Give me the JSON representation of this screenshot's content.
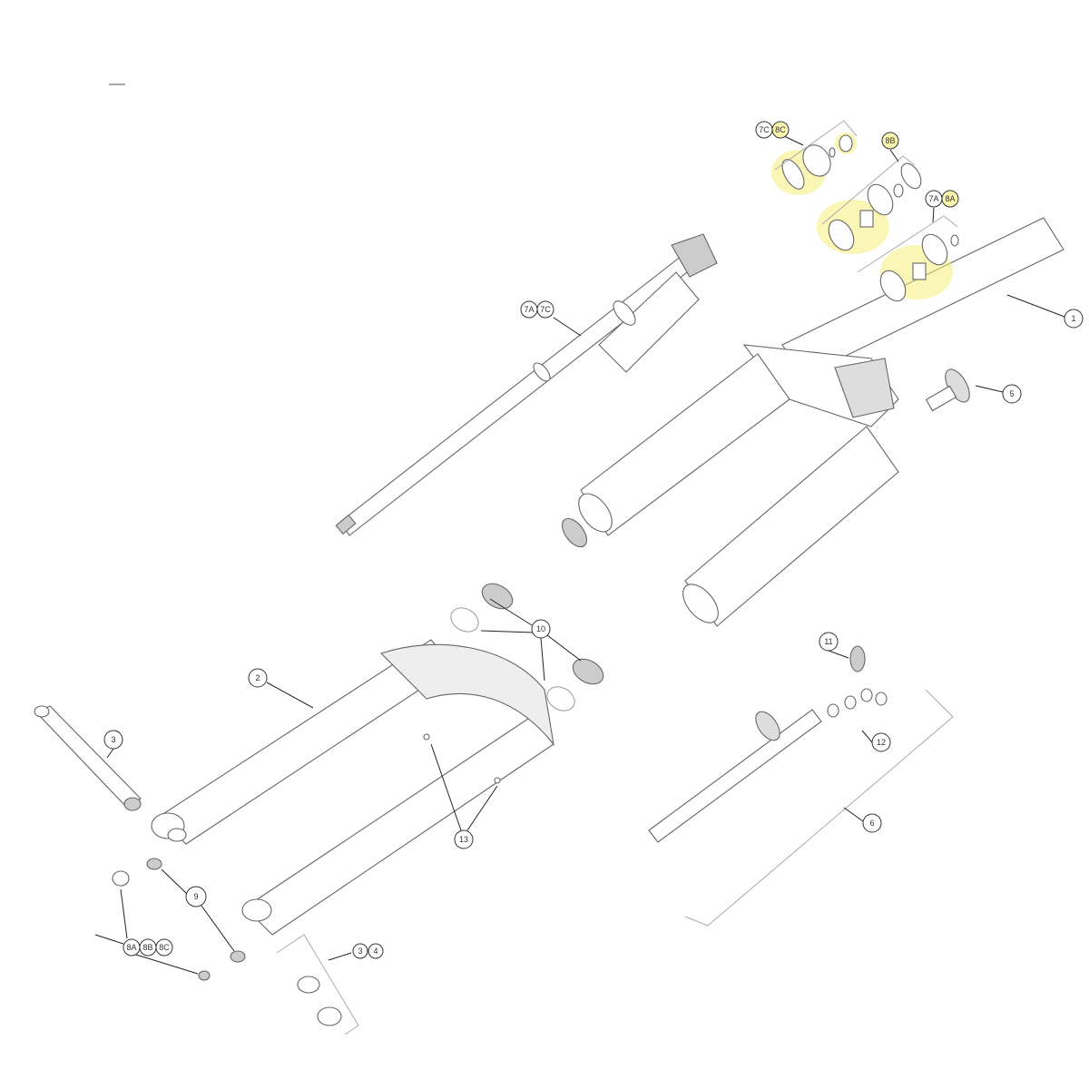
{
  "diagram": {
    "title": "Suspension fork exploded parts diagram",
    "highlight_color": "#f6ee7a",
    "callouts": {
      "c7c_top": "7C",
      "c8c_top": "8C",
      "c8b_top": "8B",
      "c7a_top": "7A",
      "c8a_top": "8A",
      "c1": "1",
      "c5": "5",
      "c7a_mid": "7A",
      "c7c_mid": "7C",
      "c10": "10",
      "c2": "2",
      "c3_left": "3",
      "c11": "11",
      "c12": "12",
      "c13": "13",
      "c6": "6",
      "c9": "9",
      "c8a_bot": "8A",
      "c8b_bot": "8B",
      "c8c_bot": "8C",
      "c3_bot": "3",
      "c4_bot": "4"
    }
  }
}
